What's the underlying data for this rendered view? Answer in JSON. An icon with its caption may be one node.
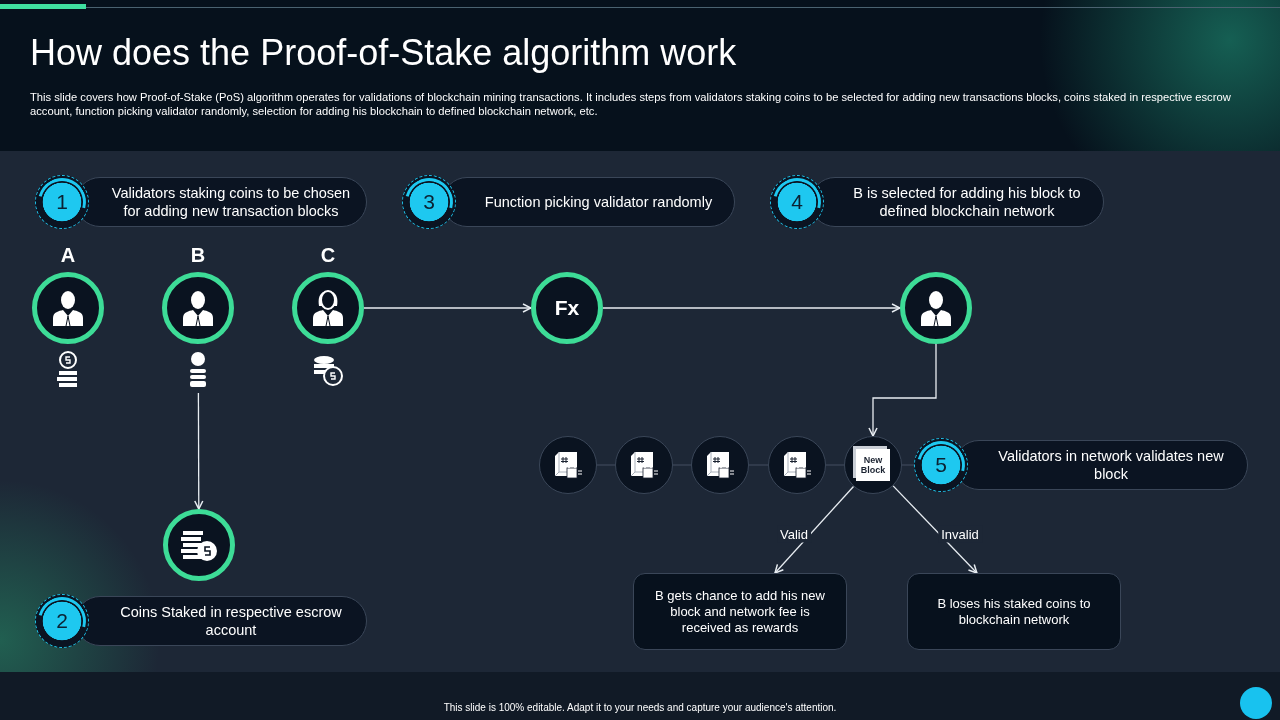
{
  "diagram": {
    "title": "How does the Proof-of-Stake algorithm work",
    "nodes": [
      {
        "text": [
          "1",
          "Validators staking coins to be chosen for adding new transaction blocks"
        ]
      },
      {
        "text": [
          "3",
          "Function picking validator randomly"
        ]
      },
      {
        "text": [
          "4",
          "B is selected for adding his block to defined blockchain network"
        ]
      },
      {
        "text": [
          "A"
        ]
      },
      {
        "text": [
          "B"
        ]
      },
      {
        "text": [
          "C"
        ]
      },
      {
        "text": [
          "Fx"
        ]
      },
      {
        "text": [],
        "shape": "circle"
      },
      {
        "text": [],
        "shape": "circle"
      },
      {
        "text": [
          "2",
          "Coins Staked in respective escrow account"
        ]
      },
      {
        "text": [],
        "shape": "circle"
      },
      {
        "text": [],
        "shape": "circle"
      },
      {
        "text": [],
        "shape": "circle"
      },
      {
        "text": [],
        "shape": "circle"
      },
      {
        "text": [
          "New Block"
        ]
      },
      {
        "text": [
          "5",
          "Validators in network validates new block"
        ]
      },
      {
        "text": [
          "B gets chance to add his new block and network fee is received as rewards"
        ]
      },
      {
        "text": [
          "B loses his staked coins to blockchain network"
        ]
      }
    ],
    "edges": [
      {
        "from": 5,
        "to": 6,
        "arrow": "to"
      },
      {
        "from": 6,
        "to": 7,
        "arrow": "to"
      },
      {
        "from": 7,
        "to": 14,
        "arrow": "to"
      },
      {
        "from": 4,
        "to": 8,
        "arrow": "to"
      },
      {
        "from": 10,
        "to": 11,
        "arrow": "none",
        "color": "#3b4657"
      },
      {
        "from": 11,
        "to": 12,
        "arrow": "none",
        "color": "#3b4657"
      },
      {
        "from": 12,
        "to": 13,
        "arrow": "none",
        "color": "#3b4657"
      },
      {
        "from": 13,
        "to": 14,
        "arrow": "none",
        "color": "#3b4657"
      },
      {
        "from": 14,
        "to": 15,
        "arrow": "none",
        "color": "#3b4657"
      },
      {
        "from": 14,
        "to": 16,
        "arrow": "to",
        "label": "Valid"
      },
      {
        "from": 14,
        "to": 17,
        "arrow": "to",
        "label": "Invalid"
      }
    ],
    "labels": [
      "This slide covers how Proof-of-Stake (PoS) algorithm operates for validations of blockchain mining transactions. It includes steps from validators staking coins to be selected for adding new transactions blocks, coins staked in respective escrow account, function picking validator randomly, selection for adding his blockchain to defined blockchain network, etc.",
      "This slide is 100% editable. Adapt it to your needs and capture your audience's attention."
    ]
  }
}
